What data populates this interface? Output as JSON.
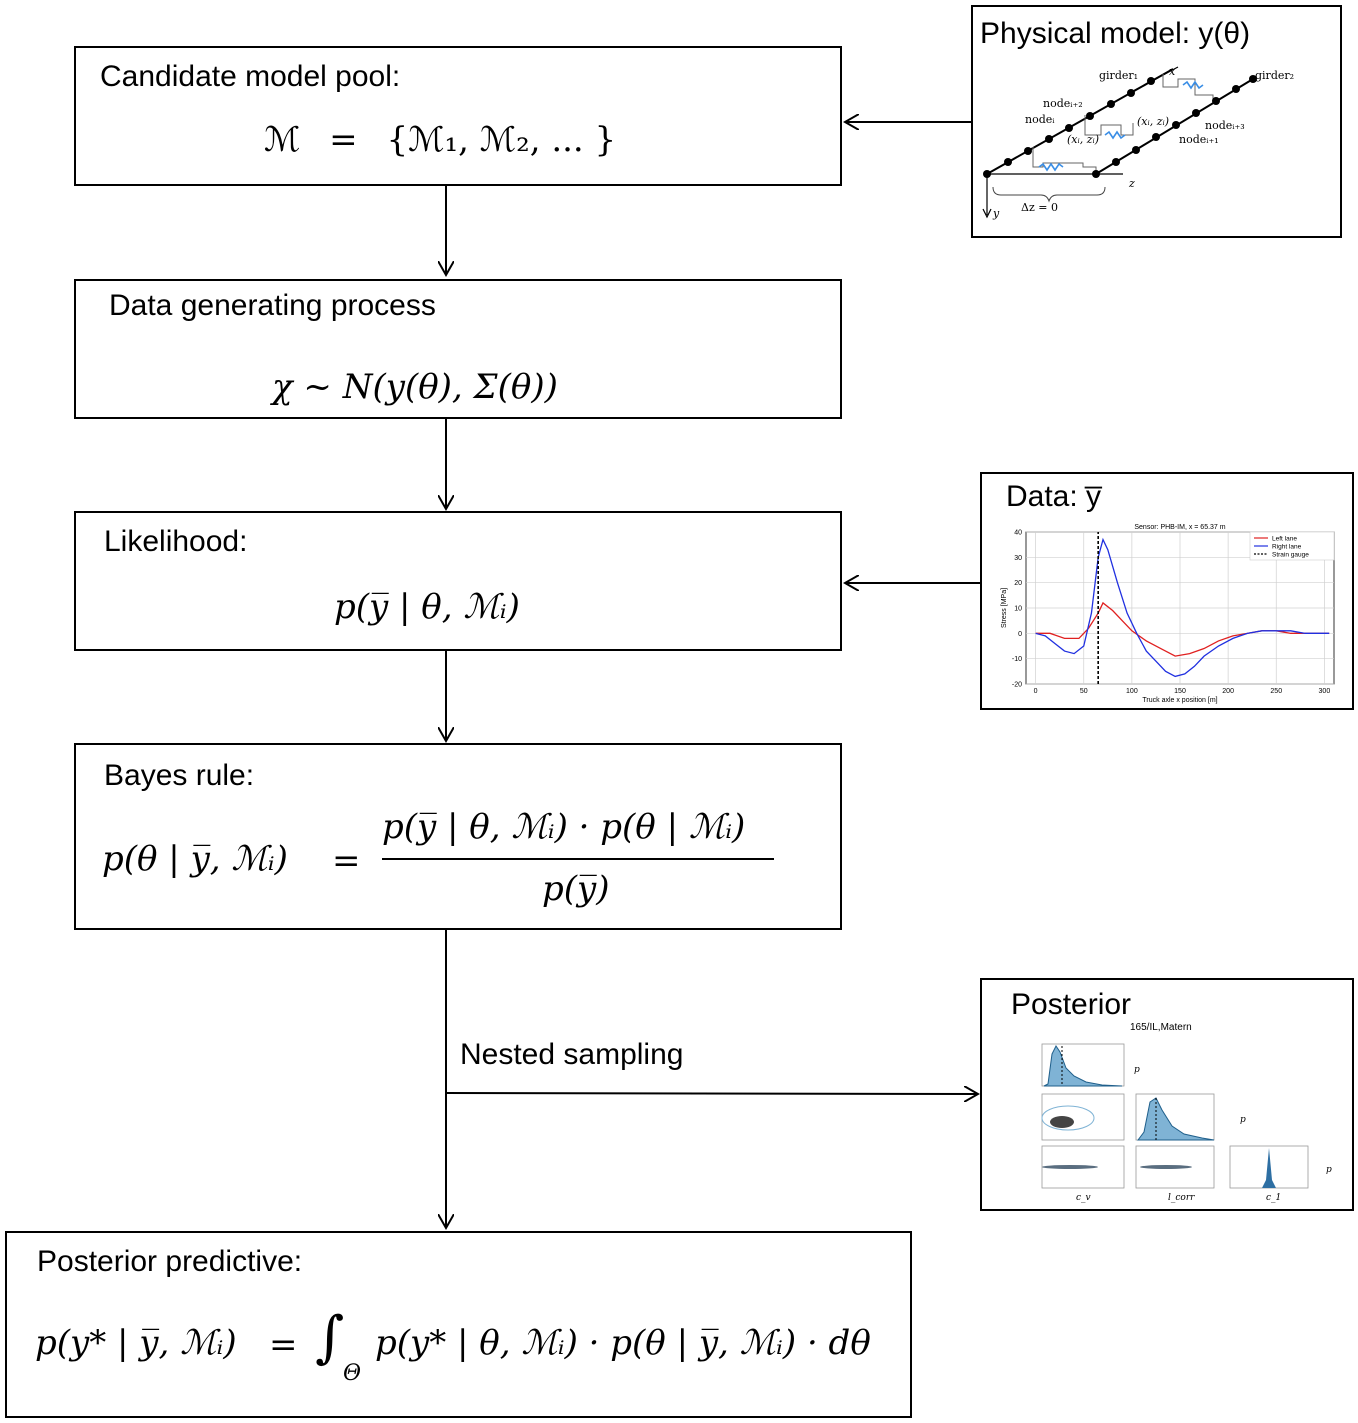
{
  "candidate": {
    "title": "Candidate model pool:",
    "formula_lhs": "ℳ",
    "formula_eq": "=",
    "formula_rhs": "{ℳ₁, ℳ₂, ... }"
  },
  "dgp": {
    "title": "Data generating process",
    "formula": "χ ~ N(y(θ), Σ(θ))"
  },
  "likelihood": {
    "title": "Likelihood:",
    "formula": "p(y̅ | θ, ℳᵢ)"
  },
  "bayes": {
    "title": "Bayes rule:",
    "lhs": "p(θ | y̅, ℳᵢ)",
    "eq": "=",
    "numerator": "p(y̅ | θ, ℳᵢ) · p(θ | ℳᵢ)",
    "denominator": "p(y̅)"
  },
  "predictive": {
    "title": "Posterior predictive:",
    "lhs": "p(y* | y̅, ℳᵢ)",
    "eq": "=",
    "integral": "∫",
    "integral_sub": "Θ",
    "rhs": "p(y* | θ, ℳᵢ) · p(θ | y̅, ℳᵢ) · dθ"
  },
  "nested_sampling_label": "Nested sampling",
  "physical": {
    "title": "Physical model: y(θ)",
    "labels": {
      "girder1": "girder₁",
      "girder2": "girder₂",
      "node_i2": "nodeᵢ₊₂",
      "node_i": "nodeᵢ",
      "node_i3": "nodeᵢ₊₃",
      "node_i1": "nodeᵢ₊₁",
      "xz1": "(xᵢ, zᵢ)",
      "xz2": "(xᵢ, zᵢ)",
      "x_axis": "x",
      "z_axis": "z",
      "y_axis": "y",
      "dz": "Δz = 0"
    }
  },
  "data_panel": {
    "title": "Data: y̅",
    "chart_data": {
      "type": "line",
      "title": "Sensor: PHB-IM, x = 65.37 m",
      "xlabel": "Truck axle x position [m]",
      "ylabel": "Stress [MPa]",
      "xlim": [
        -10,
        310
      ],
      "ylim": [
        -20,
        40
      ],
      "xticks": [
        0,
        50,
        100,
        150,
        200,
        250,
        300
      ],
      "yticks": [
        -20,
        -10,
        0,
        10,
        20,
        30,
        40
      ],
      "grid": true,
      "legend_position": "top-right",
      "vline_x": 65,
      "series": [
        {
          "name": "Left lane",
          "color": "#e02020",
          "x": [
            0,
            15,
            30,
            45,
            55,
            65,
            70,
            80,
            90,
            100,
            115,
            130,
            145,
            160,
            175,
            190,
            205,
            220,
            235,
            250,
            265,
            280,
            295,
            305
          ],
          "y": [
            0,
            0,
            -2,
            -2,
            2,
            8,
            12,
            9,
            5,
            1,
            -3,
            -6,
            -9,
            -8,
            -6,
            -3,
            -1,
            0,
            1,
            1,
            0,
            0,
            0,
            0
          ]
        },
        {
          "name": "Right lane",
          "color": "#2030e0",
          "x": [
            0,
            10,
            20,
            30,
            40,
            50,
            58,
            65,
            70,
            75,
            85,
            95,
            105,
            115,
            125,
            135,
            145,
            155,
            165,
            175,
            190,
            205,
            220,
            235,
            250,
            265,
            280,
            295,
            305
          ],
          "y": [
            0,
            -1,
            -4,
            -7,
            -8,
            -5,
            8,
            30,
            37,
            33,
            20,
            8,
            0,
            -7,
            -11,
            -15,
            -17,
            -16,
            -13,
            -9,
            -5,
            -2,
            0,
            1,
            1,
            1,
            0,
            0,
            0
          ]
        },
        {
          "name": "Strain gauge",
          "color": "#000000",
          "x": [
            65,
            65
          ],
          "y": [
            -20,
            40
          ]
        }
      ]
    }
  },
  "posterior_panel": {
    "title": "Posterior",
    "subtitle": "165/IL,Matern",
    "axis_labels": [
      "c_v",
      "l_corr",
      "c_1"
    ],
    "density_label": "p"
  }
}
